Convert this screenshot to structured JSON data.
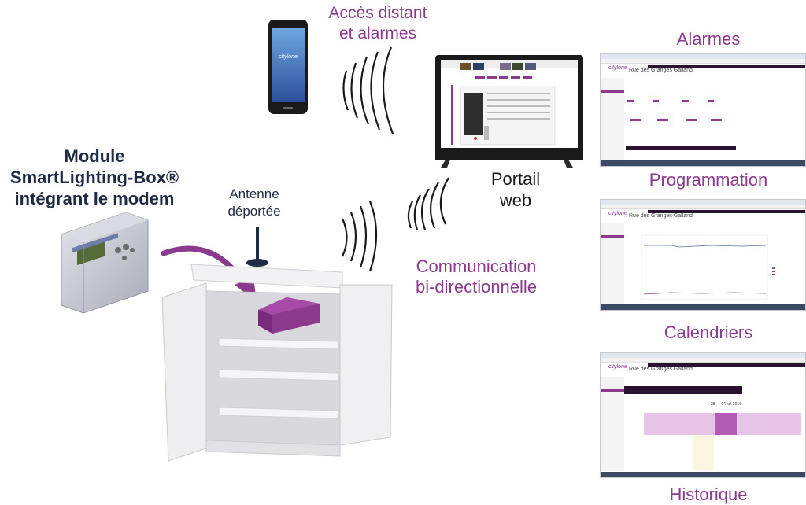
{
  "labels": {
    "module_line1": "Module",
    "module_line2": "SmartLighting-Box®",
    "module_line3": "intégrant le modem",
    "antenna_line1": "Antenne",
    "antenna_line2": "déportée",
    "remote_line1": "Accès distant",
    "remote_line2": "et alarmes",
    "portal_line1": "Portail",
    "portal_line2": "web",
    "comm_line1": "Communication",
    "comm_line2": "bi-directionnelle"
  },
  "screens": {
    "alarmes": {
      "title": "Alarmes",
      "page_title": "Rue des Granges Galland"
    },
    "programmation": {
      "title": "Programmation",
      "page_title": "Rue des Granges Galland"
    },
    "calendriers": {
      "title": "Calendriers",
      "page_title": "Rue des Granges Galland",
      "week_label": "28 — 04 juil 2016"
    },
    "historique": {
      "title": "Historique"
    }
  },
  "brand": {
    "logo_text": "citylone"
  },
  "colors": {
    "purple": "#8c3a8e",
    "navy": "#1f2a44",
    "cabinet": "#e8e8ea"
  }
}
